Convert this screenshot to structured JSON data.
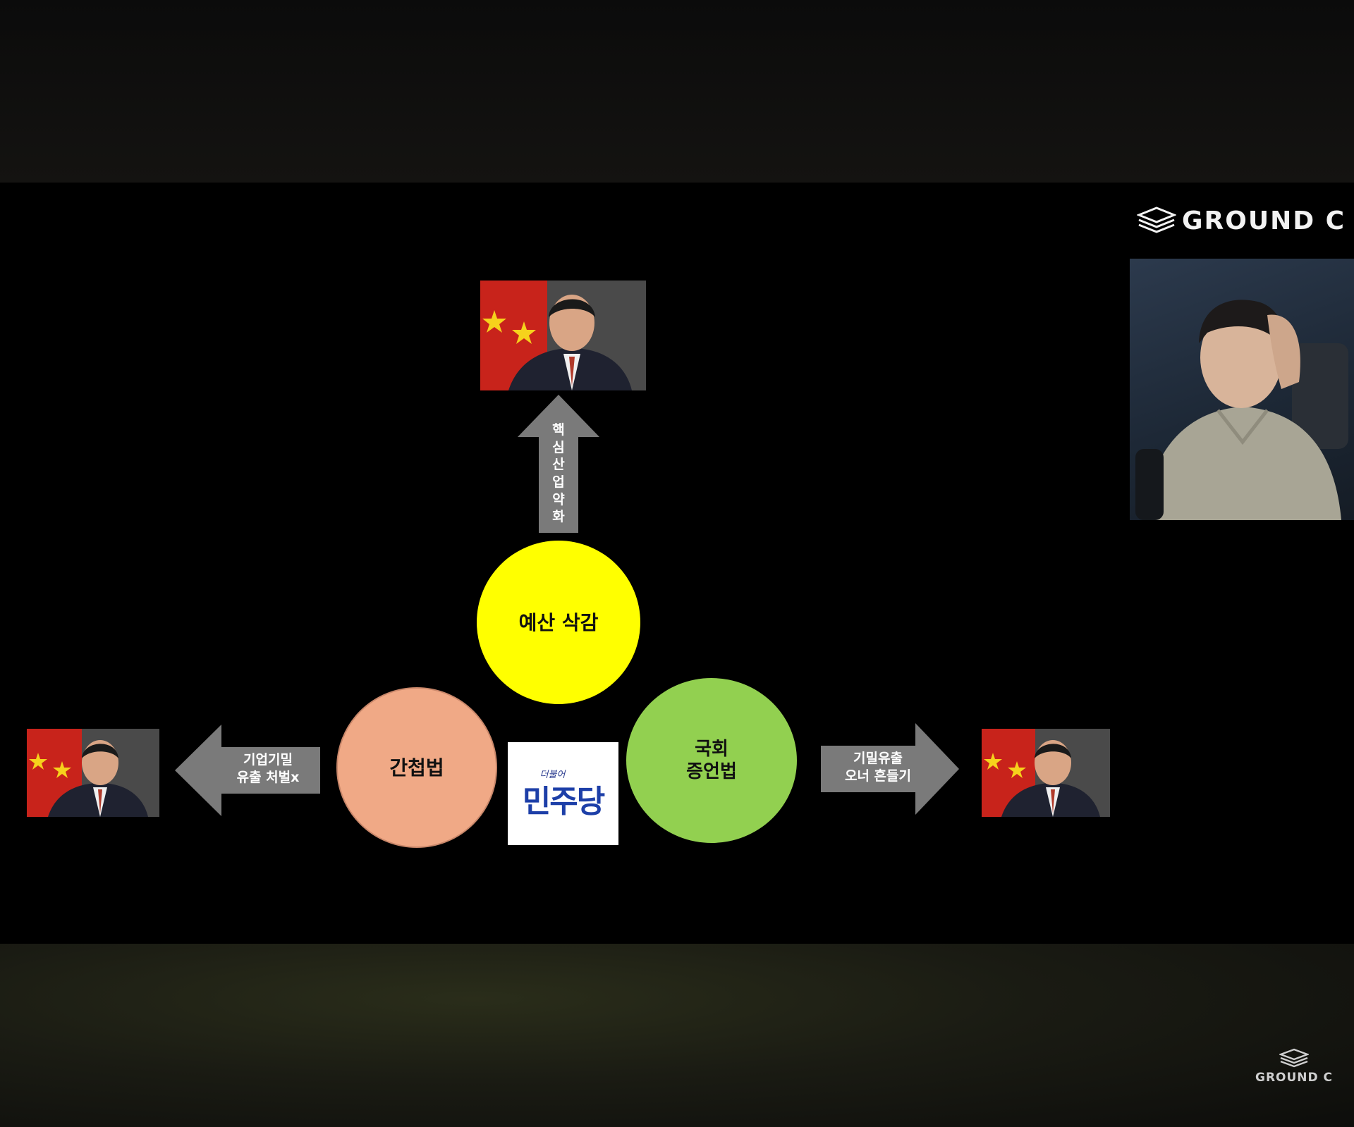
{
  "brand": {
    "name": "GROUND C"
  },
  "diagram": {
    "center_circle_top": "예산 삭감",
    "left_circle": "간첩법",
    "right_circle": [
      "국회",
      "증언법"
    ],
    "party_logo": {
      "small": "더불어",
      "main": "민주당"
    },
    "up_arrow_label": [
      "핵",
      "심",
      "산",
      "업",
      "약",
      "화"
    ],
    "left_arrow_label": [
      "기업기밀",
      "유출 처벌x"
    ],
    "right_arrow_label": [
      "기밀유출",
      "오너 흔들기"
    ]
  },
  "colors": {
    "yellow": "#ffff00",
    "orange": "#f0a986",
    "green": "#92d050",
    "arrow_gray": "#7a7a7a",
    "party_blue": "#1d3fa8"
  }
}
